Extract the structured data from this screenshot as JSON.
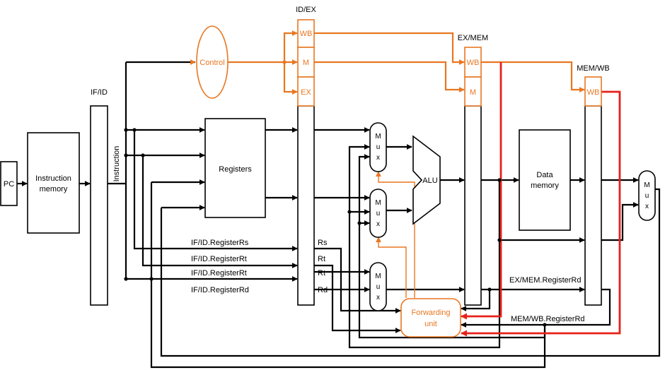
{
  "pipeline_registers": {
    "if_id": "IF/ID",
    "id_ex": "ID/EX",
    "ex_mem": "EX/MEM",
    "mem_wb": "MEM/WB"
  },
  "control_fields": {
    "wb": "WB",
    "m": "M",
    "ex": "EX"
  },
  "blocks": {
    "pc": "PC",
    "instruction_memory": [
      "Instruction",
      "memory"
    ],
    "instruction": "Instruction",
    "registers": "Registers",
    "control": "Control",
    "alu": "ALU",
    "data_memory": [
      "Data",
      "memory"
    ],
    "forwarding_unit": [
      "Forwarding",
      "unit"
    ],
    "mux": [
      "M",
      "u",
      "x"
    ]
  },
  "signals": {
    "if_id_rs": "IF/ID.RegisterRs",
    "if_id_rt_1": "IF/ID.RegisterRt",
    "if_id_rt_2": "IF/ID.RegisterRt",
    "if_id_rd": "IF/ID.RegisterRd",
    "rs": "Rs",
    "rt_1": "Rt",
    "rt_2": "Rt",
    "rd": "Rd",
    "ex_mem_rd": "EX/MEM.RegisterRd",
    "mem_wb_rd": "MEM/WB.RegisterRd"
  },
  "colors": {
    "datapath": "#000000",
    "control": "#e87722",
    "forwarding": "#e8201a"
  }
}
